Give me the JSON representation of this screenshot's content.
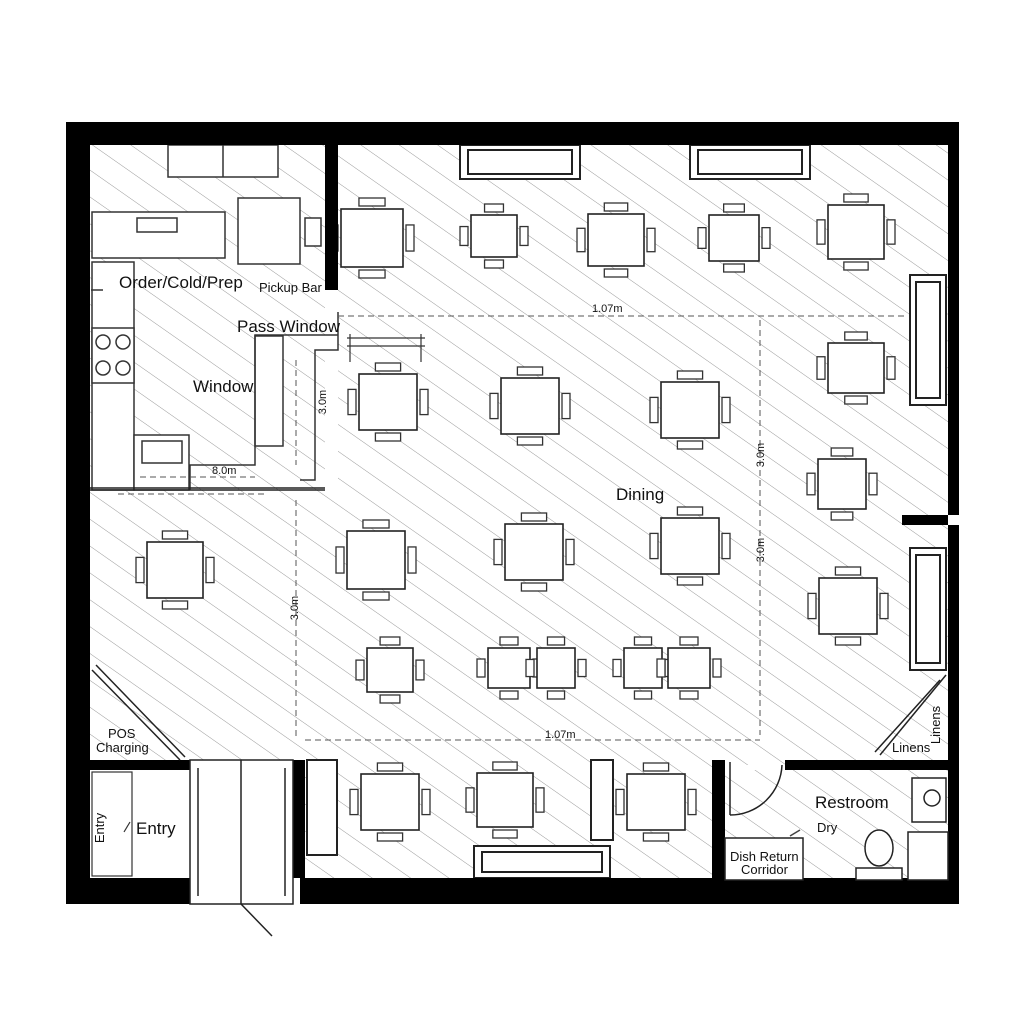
{
  "labels": {
    "kitchen": "Order/Cold/Prep",
    "pickup_bar": "Pickup Bar",
    "pass_window": "Pass Window",
    "window": "Window",
    "dining": "Dining",
    "pos": "POS",
    "charging": "Charging",
    "entry_side": "Entry",
    "entry": "Entry",
    "restroom": "Restroom",
    "dry": "Dry",
    "dish_return": "Dish Return",
    "corridor": "Corridor",
    "linens_horizontal": "Linens",
    "linens_vertical": "Linens"
  },
  "dimensions": {
    "top": "1.07m",
    "bottom": "1.07m",
    "kitchen_width": "8.0m",
    "kitchen_height": "3.0m",
    "dining_left": "3.0m",
    "dining_right_upper": "3.0m",
    "dining_right_lower": "3.0m"
  },
  "colors": {
    "wall": "#000000",
    "line": "#333333",
    "hatch": "#9a9a9a",
    "background": "#ffffff"
  }
}
